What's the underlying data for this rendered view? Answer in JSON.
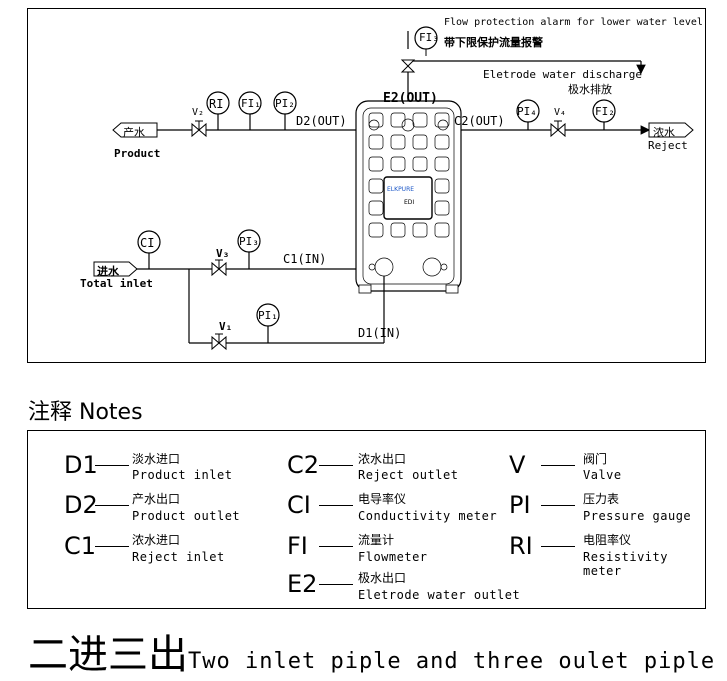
{
  "diagram": {
    "fi3_label": "FI₃",
    "fi3_alarm_en": "Flow protection alarm for lower water level",
    "fi3_alarm_cn": "带下限保护流量报警",
    "electrode_en": "Eletrode water discharge",
    "electrode_cn": "极水排放",
    "e2_label": "E2(OUT)",
    "d2_label": "D2(OUT)",
    "c2_label": "C2(OUT)",
    "c1_label": "C1(IN)",
    "d1_label": "D1(IN)",
    "product_cn": "产水",
    "product_en": "Product",
    "reject_cn": "浓水",
    "reject_en": "Reject",
    "inlet_cn": "进水",
    "inlet_en": "Total inlet",
    "ri_label": "RI",
    "fi1_label": "FI₁",
    "pi2_label": "PI₂",
    "pi4_label": "PI₄",
    "fi2_label": "FI₂",
    "ci_label": "CI",
    "pi3_label": "PI₃",
    "pi1_label": "PI₁",
    "v1_label": "V₁",
    "v2_label": "V₂",
    "v3_label": "V₃",
    "v4_label": "V₄",
    "brand_label": "ELKPURE",
    "module_label": "EDI"
  },
  "notes": {
    "title": "注释 Notes",
    "items": [
      {
        "code": "D1",
        "cn": "淡水进口",
        "en": "Product inlet"
      },
      {
        "code": "D2",
        "cn": "产水出口",
        "en": "Product outlet"
      },
      {
        "code": "C1",
        "cn": "浓水进口",
        "en": "Reject inlet"
      },
      {
        "code": "C2",
        "cn": "浓水出口",
        "en": "Reject outlet"
      },
      {
        "code": "CI",
        "cn": "电导率仪",
        "en": "Conductivity meter"
      },
      {
        "code": "FI",
        "cn": "流量计",
        "en": "Flowmeter"
      },
      {
        "code": "E2",
        "cn": "极水出口",
        "en": "Eletrode water outlet"
      },
      {
        "code": "V",
        "cn": "阀门",
        "en": "Valve"
      },
      {
        "code": "PI",
        "cn": "压力表",
        "en": "Pressure gauge"
      },
      {
        "code": "RI",
        "cn": "电阻率仪",
        "en": "Resistivity meter"
      }
    ]
  },
  "footer": {
    "cn": "二进三出",
    "en": "Two inlet piple and three oulet piple"
  }
}
